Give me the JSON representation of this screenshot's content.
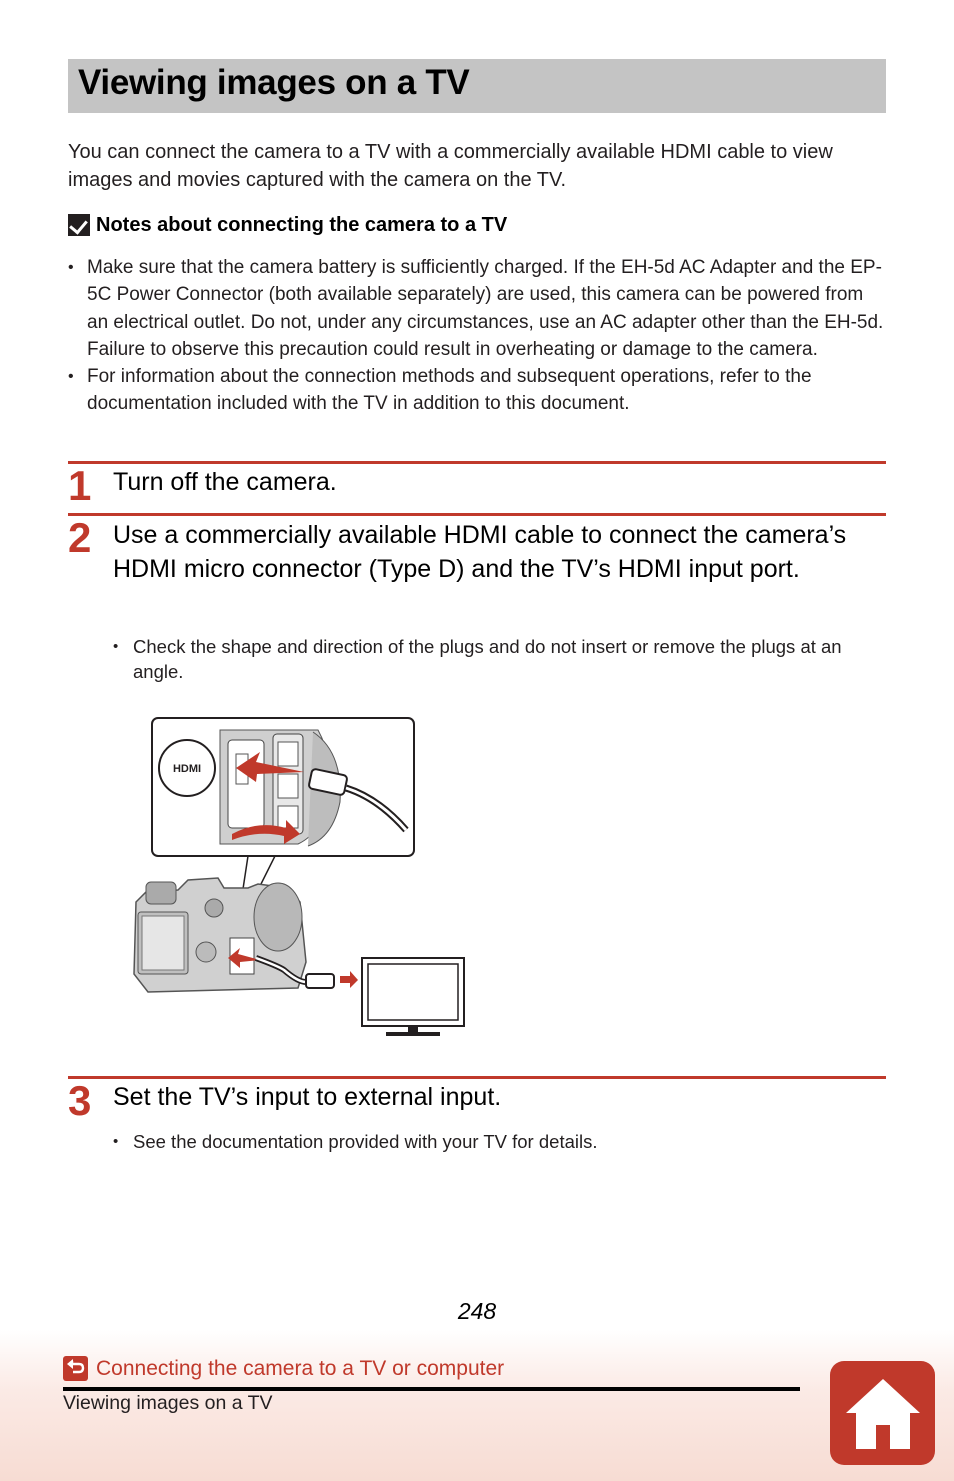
{
  "page": {
    "title": "Viewing images on a TV",
    "intro": "You can connect the camera to a TV with a commercially available HDMI cable to view images and movies captured with the camera on the TV."
  },
  "notes": {
    "heading": "Notes about connecting the camera to a TV",
    "items": [
      "Make sure that the camera battery is sufficiently charged. If the EH-5d AC Adapter and the EP-5C Power Connector (both available separately) are used, this camera can be powered from an electrical outlet. Do not, under any circumstances, use an AC adapter other than the EH-5d. Failure to observe this precaution could result in overheating or damage to the camera.",
      "For information about the connection methods and subsequent operations, refer to the documentation included with the TV in addition to this document."
    ]
  },
  "steps": [
    {
      "number": "1",
      "text": "Turn off the camera."
    },
    {
      "number": "2",
      "text": "Use a commercially available HDMI cable to connect the camera’s HDMI micro connector (Type D) and the TV’s HDMI input port.",
      "bullets": [
        "Check the shape and direction of the plugs and do not insert or remove the plugs at an angle."
      ]
    },
    {
      "number": "3",
      "text": "Set the TV’s input to external input.",
      "bullets": [
        "See the documentation provided with your TV for details."
      ]
    }
  ],
  "illustration": {
    "hdmi_logo": "HDMI"
  },
  "footer": {
    "page_number": "248",
    "section_link": "Connecting the camera to a TV or computer",
    "breadcrumb": "Viewing images on a TV",
    "back_icon": "back-arrow-icon",
    "home_icon": "home-icon"
  },
  "colors": {
    "accent": "#c0392b",
    "title_bar": "#c4c4c4"
  }
}
